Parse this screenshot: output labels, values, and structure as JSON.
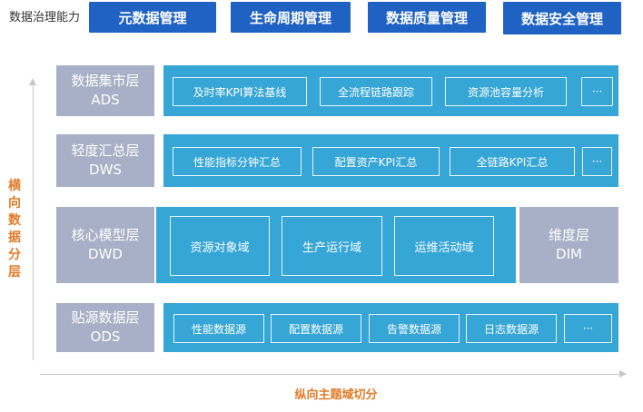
{
  "header": {
    "governance_label": "数据治理能力",
    "buttons": [
      "元数据管理",
      "生命周期管理",
      "数据质量管理",
      "数据安全管理"
    ]
  },
  "layers": {
    "ads": {
      "name": "数据集市层",
      "code": "ADS",
      "items": [
        "及时率KPI算法基线",
        "全流程链路跟踪",
        "资源池容量分析",
        "···"
      ]
    },
    "dws": {
      "name": "轻度汇总层",
      "code": "DWS",
      "items": [
        "性能指标分钟汇总",
        "配置资产KPI汇总",
        "全链路KPI汇总",
        "···"
      ]
    },
    "dwd": {
      "name": "核心模型层",
      "code": "DWD",
      "items": [
        "资源对象域",
        "生产运行域",
        "运维活动域"
      ]
    },
    "dim": {
      "name": "维度层",
      "code": "DIM"
    },
    "ods": {
      "name": "贴源数据层",
      "code": "ODS",
      "items": [
        "性能数据源",
        "配置数据源",
        "告警数据源",
        "日志数据源",
        "···"
      ]
    }
  },
  "axes": {
    "vertical": "横向数据分层",
    "horizontal": "纵向主题域切分"
  },
  "colors": {
    "top_button": "#1f62c4",
    "band": "#36a6d7",
    "layer_label": "#a7b0c6",
    "axis_label": "#e07a28"
  }
}
